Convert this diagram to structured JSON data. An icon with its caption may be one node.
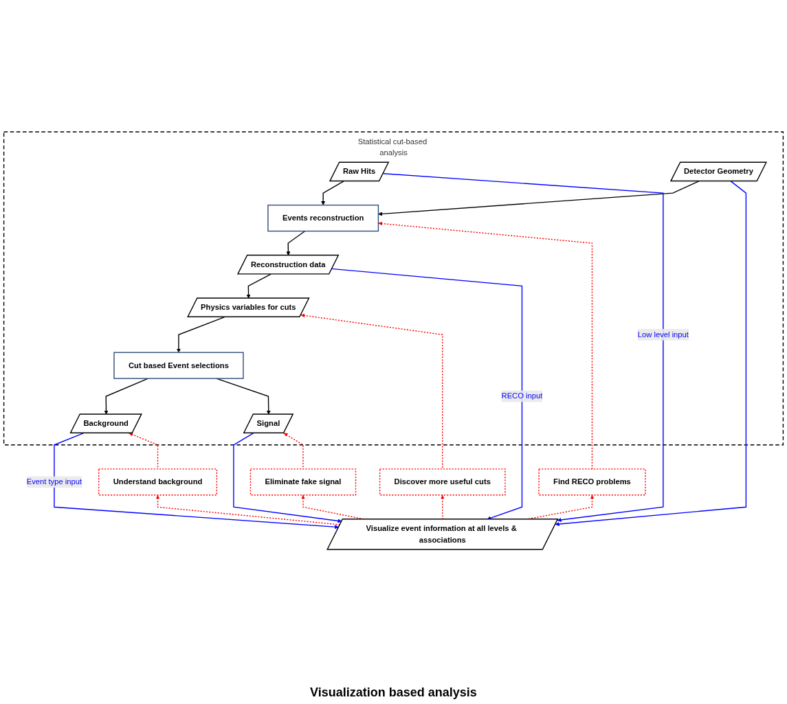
{
  "diagram": {
    "nodes": [
      {
        "text": [
          "Statistical cut-based analysis"
        ]
      },
      {
        "text": [
          "Raw Hits"
        ],
        "in": 0
      },
      {
        "text": [
          "Detector Geometry"
        ],
        "in": 0
      },
      {
        "text": [
          "Events reconstruction"
        ],
        "in": 0
      },
      {
        "text": [
          "Reconstruction data"
        ],
        "in": 0
      },
      {
        "text": [
          "Physics variables for cuts"
        ],
        "in": 0
      },
      {
        "text": [
          "Cut based Event selections"
        ],
        "in": 0
      },
      {
        "text": [
          "Background"
        ],
        "in": 0
      },
      {
        "text": [
          "Signal"
        ],
        "in": 0
      },
      {
        "text": [
          "Find RECO problems"
        ]
      },
      {
        "text": [
          "Visualize event information at all levels & associations"
        ]
      },
      {
        "text": [
          "Discover more useful cuts"
        ]
      },
      {
        "text": [
          "Understand background"
        ]
      },
      {
        "text": [
          "Eliminate fake signal"
        ]
      }
    ],
    "edges": [
      {
        "from": 1,
        "to": 3,
        "arrow": "to",
        "color": "#000000"
      },
      {
        "from": 2,
        "to": 3,
        "arrow": "to",
        "color": "#000000"
      },
      {
        "from": 3,
        "to": 4,
        "arrow": "to",
        "color": "#000000"
      },
      {
        "from": 4,
        "to": 5,
        "arrow": "to",
        "color": "#000000"
      },
      {
        "from": 5,
        "to": 6,
        "arrow": "to",
        "color": "#000000"
      },
      {
        "from": 6,
        "to": 7,
        "arrow": "to",
        "color": "#000000"
      },
      {
        "from": 6,
        "to": 8,
        "arrow": "to",
        "color": "#000000"
      },
      {
        "from": 1,
        "to": 10,
        "arrow": "to",
        "label": "Low level input",
        "color": "#0000ff"
      },
      {
        "from": 2,
        "to": 10,
        "arrow": "to",
        "color": "#0000ff"
      },
      {
        "from": 4,
        "to": 10,
        "arrow": "to",
        "label": "RECO input",
        "color": "#0000ff"
      },
      {
        "from": 7,
        "to": 10,
        "arrow": "to",
        "label": "Event type input",
        "color": "#0000ff"
      },
      {
        "from": 8,
        "to": 10,
        "arrow": "to",
        "color": "#0000ff"
      },
      {
        "from": 10,
        "to": 9,
        "arrow": "to",
        "style": "dashed",
        "color": "#ff0000"
      },
      {
        "from": 9,
        "to": 3,
        "arrow": "to",
        "style": "dashed",
        "color": "#ff0000"
      },
      {
        "from": 10,
        "to": 11,
        "arrow": "to",
        "style": "dashed",
        "color": "#ff0000"
      },
      {
        "from": 11,
        "to": 5,
        "arrow": "to",
        "style": "dashed",
        "color": "#ff0000"
      },
      {
        "from": 10,
        "to": 12,
        "arrow": "to",
        "style": "dashed",
        "color": "#ff0000"
      },
      {
        "from": 10,
        "to": 13,
        "arrow": "to",
        "style": "dashed",
        "color": "#ff0000"
      },
      {
        "from": 12,
        "to": 7,
        "arrow": "to",
        "style": "dashed",
        "color": "#ff0000"
      },
      {
        "from": 13,
        "to": 8,
        "arrow": "to",
        "style": "dashed",
        "color": "#ff0000"
      }
    ],
    "labels": [
      "Visualization based analysis"
    ]
  }
}
